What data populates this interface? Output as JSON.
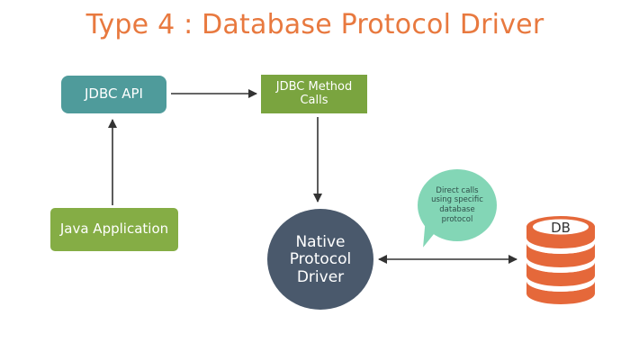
{
  "title": "Type 4 : Database Protocol Driver",
  "nodes": {
    "jdbc_api": "JDBC API",
    "jdbc_method_calls": "JDBC Method Calls",
    "java_application": "Java Application",
    "native_protocol_driver": "Native Protocol Driver",
    "db": "DB"
  },
  "callout": "Direct calls using specific database protocol",
  "colors": {
    "title": "#e8793f",
    "jdbc_api": "#4f9b9b",
    "jdbc_method_calls": "#7aa43f",
    "java_application": "#85ad45",
    "native_protocol_driver": "#4a596c",
    "callout": "#83d6b6",
    "db": "#e5683a"
  }
}
